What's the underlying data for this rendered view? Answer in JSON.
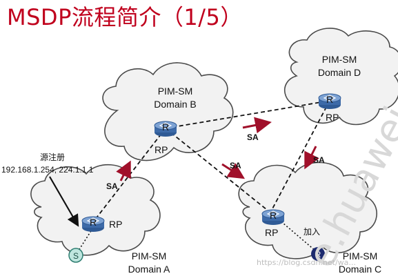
{
  "title": "MSDP流程简介（1/5）",
  "domains": {
    "a": {
      "line1": "PIM-SM",
      "line2": "Domain A"
    },
    "b": {
      "line1": "PIM-SM",
      "line2": "Domain B"
    },
    "c": {
      "line1": "PIM-SM",
      "line2": "Domain C"
    },
    "d": {
      "line1": "PIM-SM",
      "line2": "Domain D"
    }
  },
  "router_symbol": "R",
  "source_symbol": "S",
  "receiver_symbol": "R",
  "rp_label": "RP",
  "sa_label": "SA",
  "source_register": {
    "line1": "源注册",
    "line2": "192.168.1.254, 224.1.1.1"
  },
  "join_label": "加入",
  "watermark": {
    "big": "e.huawei",
    "url": "https://blog.csdn.net/wa..."
  },
  "colors": {
    "title": "#c0001d",
    "sa_arrow": "#a0102a",
    "router": "#4f7ab8",
    "receiver": "#1c2a6e"
  }
}
